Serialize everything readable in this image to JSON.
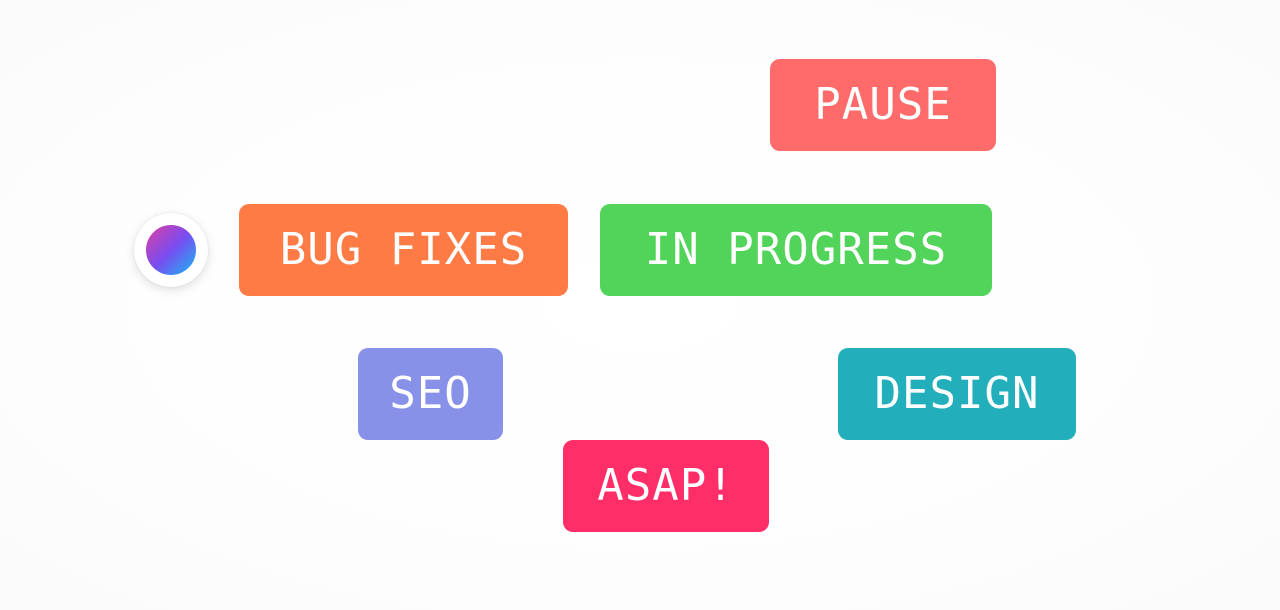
{
  "cursor": {
    "icon": "color-dot-icon",
    "gradient_from": "#e13fa0",
    "gradient_mid": "#7a4cf0",
    "gradient_to": "#18b8f5"
  },
  "tags": [
    {
      "id": "pause",
      "label": "PAUSE",
      "color": "#ff6b6b"
    },
    {
      "id": "bug",
      "label": "BUG FIXES",
      "color": "#ff7b45"
    },
    {
      "id": "progress",
      "label": "IN PROGRESS",
      "color": "#52d45a"
    },
    {
      "id": "seo",
      "label": "SEO",
      "color": "#8891e8"
    },
    {
      "id": "design",
      "label": "DESIGN",
      "color": "#22afbb"
    },
    {
      "id": "asap",
      "label": "ASAP!",
      "color": "#ff2d68"
    }
  ]
}
